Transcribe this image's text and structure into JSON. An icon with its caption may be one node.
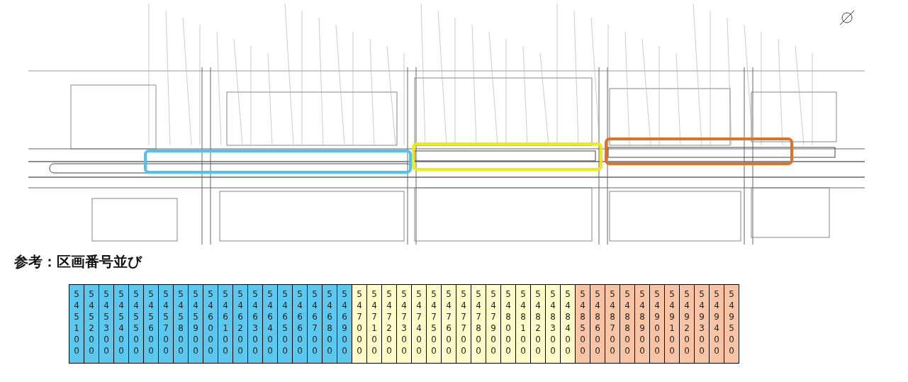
{
  "diagram": {
    "title": "参考：区画番号並び",
    "labels": [
      "545100",
      "545200",
      "545300",
      "545400",
      "545500",
      "545600",
      "545700",
      "545800",
      "545900",
      "546000",
      "546100",
      "546200",
      "546300",
      "546400",
      "546500",
      "546600",
      "546700",
      "546800",
      "546900",
      "547000",
      "547100",
      "547200",
      "547300",
      "547400",
      "547500",
      "547600",
      "547700",
      "547800",
      "547900",
      "548000",
      "548100",
      "548200",
      "548300",
      "548400",
      "548500",
      "548600",
      "548700",
      "548800",
      "548900",
      "549000",
      "549100",
      "549200",
      "549300",
      "549400",
      "549500"
    ]
  }
}
